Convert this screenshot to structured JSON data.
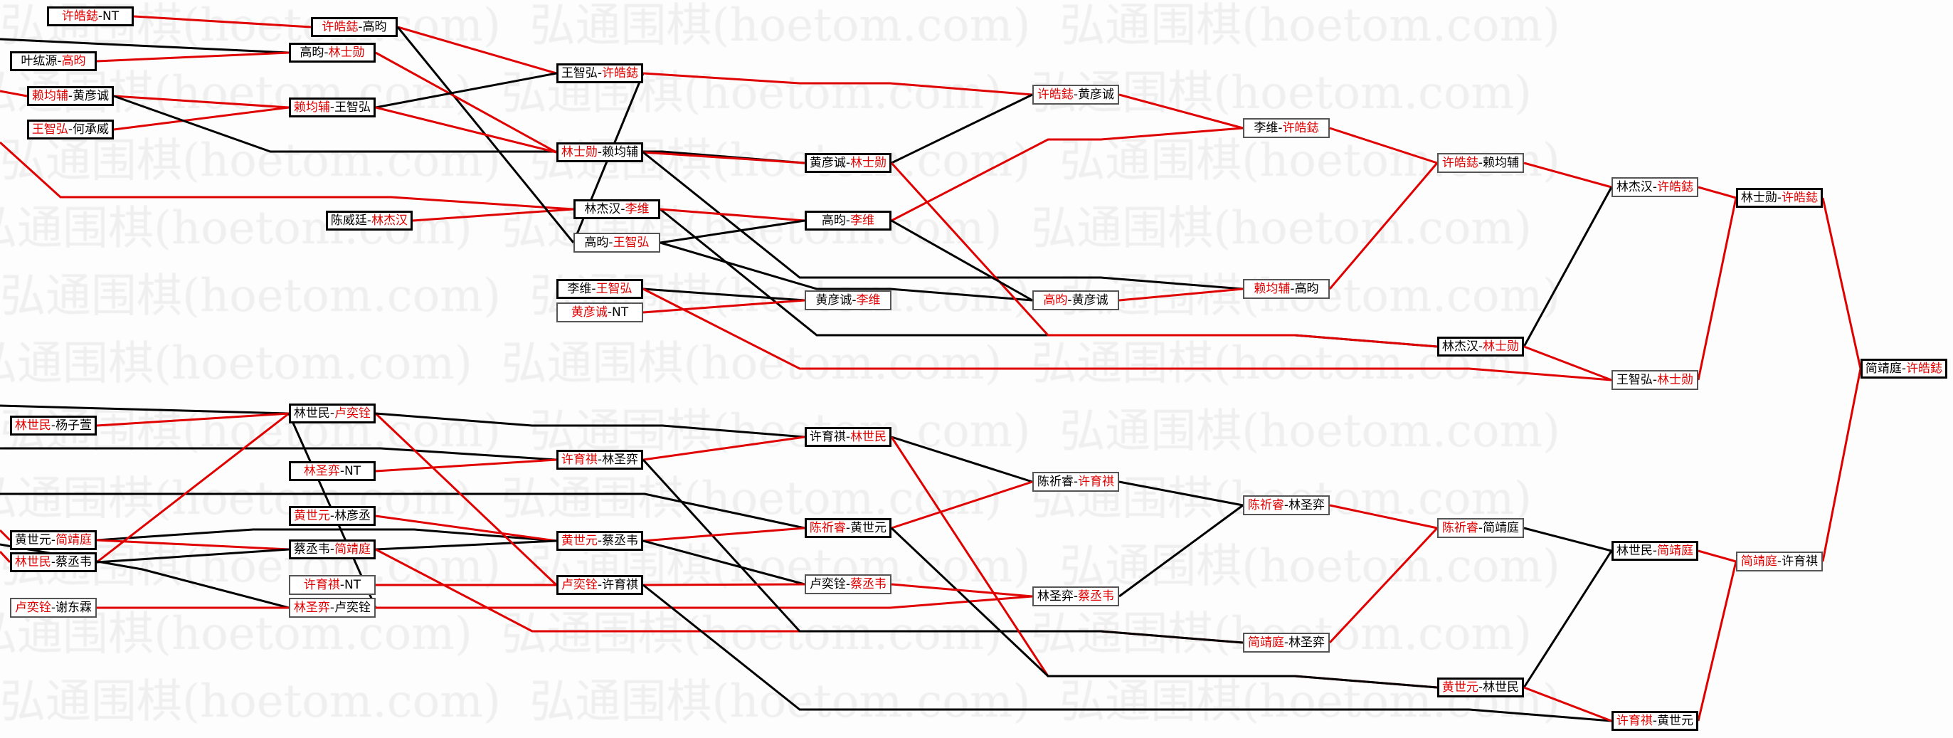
{
  "watermark": "弘通围棋(hoetom.com)",
  "separator": "-",
  "colors": {
    "red": "#e00000",
    "black": "#000000"
  },
  "boxes": {
    "t_a1": {
      "p1": "许皓鋕",
      "p2": "NT",
      "red": "p1"
    },
    "t_a2": {
      "p1": "叶纮源",
      "p2": "高昀",
      "red": "p2"
    },
    "t_a3": {
      "p1": "赖均辅",
      "p2": "黄彦诚",
      "red": "p1"
    },
    "t_a4": {
      "p1": "王智弘",
      "p2": "何承威",
      "red": "p1"
    },
    "t_a5": {
      "p1": "陈威廷",
      "p2": "林杰汉",
      "red": "p2"
    },
    "t_b1": {
      "p1": "许皓鋕",
      "p2": "高昀",
      "red": "p1"
    },
    "t_b2": {
      "p1": "高昀",
      "p2": "林士勋",
      "red": "p2"
    },
    "t_b3": {
      "p1": "赖均辅",
      "p2": "王智弘",
      "red": "p1"
    },
    "t_c1": {
      "p1": "王智弘",
      "p2": "许皓鋕",
      "red": "p2"
    },
    "t_c2": {
      "p1": "林士勋",
      "p2": "赖均辅",
      "red": "p1"
    },
    "t_c3": {
      "p1": "林杰汉",
      "p2": "李维",
      "red": "p2"
    },
    "t_c4": {
      "p1": "高昀",
      "p2": "王智弘",
      "red": "p2"
    },
    "t_c5": {
      "p1": "李维",
      "p2": "王智弘",
      "red": "p2"
    },
    "t_c6": {
      "p1": "黄彦诚",
      "p2": "NT",
      "red": "p1"
    },
    "t_d1": {
      "p1": "黄彦诚",
      "p2": "林士勋",
      "red": "p2"
    },
    "t_d2": {
      "p1": "高昀",
      "p2": "李维",
      "red": "p2"
    },
    "t_d3": {
      "p1": "黄彦诚",
      "p2": "李维",
      "red": "p2"
    },
    "t_e1": {
      "p1": "许皓鋕",
      "p2": "黄彦诚",
      "red": "p1"
    },
    "t_e2": {
      "p1": "高昀",
      "p2": "黄彦诚",
      "red": "p1"
    },
    "t_f1": {
      "p1": "李维",
      "p2": "许皓鋕",
      "red": "p2"
    },
    "t_f2": {
      "p1": "赖均辅",
      "p2": "高昀",
      "red": "p1"
    },
    "t_g1": {
      "p1": "许皓鋕",
      "p2": "赖均辅",
      "red": "p1"
    },
    "t_g2": {
      "p1": "林杰汉",
      "p2": "林士勋",
      "red": "p2"
    },
    "t_h1": {
      "p1": "林杰汉",
      "p2": "许皓鋕",
      "red": "p2"
    },
    "t_h2": {
      "p1": "王智弘",
      "p2": "林士勋",
      "red": "p2"
    },
    "t_i1": {
      "p1": "林士勋",
      "p2": "许皓鋕",
      "red": "p2"
    },
    "t_i2": {
      "p1": "简靖庭",
      "p2": "许育祺",
      "red": "p1"
    },
    "final": {
      "p1": "简靖庭",
      "p2": "许皓鋕",
      "red": "p2"
    },
    "b_a1": {
      "p1": "林世民",
      "p2": "杨子萱",
      "red": "p1"
    },
    "b_a2": {
      "p1": "黄世元",
      "p2": "简靖庭",
      "red": "p2"
    },
    "b_a3": {
      "p1": "林世民",
      "p2": "蔡丞韦",
      "red": "p1"
    },
    "b_a4": {
      "p1": "卢奕铨",
      "p2": "谢东霖",
      "red": "p1"
    },
    "b_b1": {
      "p1": "林世民",
      "p2": "卢奕铨",
      "red": "p2"
    },
    "b_b2": {
      "p1": "林圣弈",
      "p2": "NT",
      "red": "p1"
    },
    "b_b3": {
      "p1": "黄世元",
      "p2": "林彦丞",
      "red": "p1"
    },
    "b_b4": {
      "p1": "蔡丞韦",
      "p2": "简靖庭",
      "red": "p2"
    },
    "b_b5": {
      "p1": "许育祺",
      "p2": "NT",
      "red": "p1"
    },
    "b_b6": {
      "p1": "林圣弈",
      "p2": "卢奕铨",
      "red": "p1"
    },
    "b_c1": {
      "p1": "许育祺",
      "p2": "林圣弈",
      "red": "p1"
    },
    "b_c2": {
      "p1": "黄世元",
      "p2": "蔡丞韦",
      "red": "p1"
    },
    "b_c3": {
      "p1": "卢奕铨",
      "p2": "许育祺",
      "red": "p1"
    },
    "b_d1": {
      "p1": "许育祺",
      "p2": "林世民",
      "red": "p2"
    },
    "b_d2": {
      "p1": "陈祈睿",
      "p2": "黄世元",
      "red": "p1"
    },
    "b_d3": {
      "p1": "卢奕铨",
      "p2": "蔡丞韦",
      "red": "p2"
    },
    "b_e1": {
      "p1": "陈祈睿",
      "p2": "许育祺",
      "red": "p2"
    },
    "b_e2": {
      "p1": "林圣弈",
      "p2": "蔡丞韦",
      "red": "p2"
    },
    "b_f1": {
      "p1": "陈祈睿",
      "p2": "林圣弈",
      "red": "p1"
    },
    "b_f2": {
      "p1": "简靖庭",
      "p2": "林圣弈",
      "red": "p1"
    },
    "b_g1": {
      "p1": "陈祈睿",
      "p2": "简靖庭",
      "red": "p1"
    },
    "b_g2": {
      "p1": "黄世元",
      "p2": "林世民",
      "red": "p1"
    },
    "b_h1": {
      "p1": "林世民",
      "p2": "简靖庭",
      "red": "p2"
    },
    "b_h2": {
      "p1": "许育祺",
      "p2": "黄世元",
      "red": "p1"
    }
  },
  "edges": [
    [
      "t_a1",
      "t_b1",
      "red"
    ],
    [
      "in1",
      "t_b2",
      "black"
    ],
    [
      "t_a2",
      "t_b2",
      "red"
    ],
    [
      "in2",
      "t_a3",
      "red"
    ],
    [
      "t_a3",
      "t_b3",
      "red"
    ],
    [
      "t_a4",
      "t_b3",
      "red"
    ],
    [
      "t_a3",
      "t_d1",
      "black"
    ],
    [
      "in3",
      "t_c3",
      "red"
    ],
    [
      "t_a5",
      "t_c3",
      "red"
    ],
    [
      "t_b1",
      "t_c1",
      "red"
    ],
    [
      "t_b1",
      "t_c4",
      "black"
    ],
    [
      "t_b2",
      "t_c2",
      "red"
    ],
    [
      "t_b3",
      "t_c1",
      "black"
    ],
    [
      "t_b3",
      "t_c2",
      "red"
    ],
    [
      "t_c4",
      "t_c1",
      "black"
    ],
    [
      "t_c1",
      "t_e1",
      "red"
    ],
    [
      "t_c2",
      "t_d1",
      "red"
    ],
    [
      "t_c2",
      "t_f2",
      "black"
    ],
    [
      "t_c3",
      "t_g2",
      "black"
    ],
    [
      "t_c3",
      "t_d2",
      "red"
    ],
    [
      "t_c4",
      "t_d2",
      "black"
    ],
    [
      "t_c4",
      "t_e2",
      "black"
    ],
    [
      "t_d1",
      "t_e1",
      "black"
    ],
    [
      "t_d1",
      "t_g2",
      "red"
    ],
    [
      "t_d2",
      "t_f1",
      "red"
    ],
    [
      "t_d2",
      "t_e2",
      "black"
    ],
    [
      "t_c5",
      "t_d3",
      "black"
    ],
    [
      "t_c5",
      "t_h2",
      "red"
    ],
    [
      "t_c6",
      "t_d3",
      "red"
    ],
    [
      "t_e1",
      "t_f1",
      "red"
    ],
    [
      "t_e2",
      "t_f2",
      "red"
    ],
    [
      "t_f1",
      "t_g1",
      "red"
    ],
    [
      "t_f2",
      "t_g1",
      "red"
    ],
    [
      "t_g1",
      "t_h1",
      "red"
    ],
    [
      "t_g2",
      "t_h1",
      "black"
    ],
    [
      "t_g2",
      "t_h2",
      "red"
    ],
    [
      "t_h1",
      "t_i1",
      "red"
    ],
    [
      "t_h2",
      "t_i1",
      "red"
    ],
    [
      "t_i1",
      "final",
      "red"
    ],
    [
      "t_i2",
      "final",
      "red"
    ],
    [
      "in4",
      "b_b1",
      "black"
    ],
    [
      "b_a1",
      "b_b1",
      "red"
    ],
    [
      "in5",
      "b_c1",
      "black"
    ],
    [
      "b_b2",
      "b_c1",
      "red"
    ],
    [
      "in6",
      "b_d2",
      "black"
    ],
    [
      "in7",
      "b_a2",
      "red"
    ],
    [
      "in8",
      "b_a3",
      "red"
    ],
    [
      "b_a2",
      "b_c2",
      "black"
    ],
    [
      "b_a2",
      "b_b4",
      "red"
    ],
    [
      "b_a3",
      "b_b1",
      "red"
    ],
    [
      "b_a3",
      "b_b4",
      "black"
    ],
    [
      "in9",
      "b_b6",
      "black"
    ],
    [
      "b_b3",
      "b_c2",
      "red"
    ],
    [
      "b_b4",
      "b_c2",
      "black"
    ],
    [
      "b_b4",
      "b_f2",
      "red"
    ],
    [
      "b_b1",
      "b_c3",
      "red"
    ],
    [
      "b_b1",
      "b_d1",
      "black"
    ],
    [
      "b_b6",
      "b_b1",
      "black"
    ],
    [
      "b_b5",
      "b_c3",
      "red"
    ],
    [
      "b_a4",
      "b_b6",
      "red"
    ],
    [
      "b_b6",
      "b_e2",
      "red"
    ],
    [
      "b_c1",
      "b_d1",
      "red"
    ],
    [
      "b_c1",
      "b_f2",
      "black"
    ],
    [
      "b_c2",
      "b_d2",
      "red"
    ],
    [
      "b_c2",
      "b_d3",
      "black"
    ],
    [
      "b_c3",
      "b_d3",
      "red"
    ],
    [
      "b_c3",
      "b_h2",
      "black"
    ],
    [
      "b_d1",
      "b_e1",
      "black"
    ],
    [
      "b_d1",
      "b_g2",
      "red"
    ],
    [
      "b_d2",
      "b_e1",
      "red"
    ],
    [
      "b_d2",
      "b_g2",
      "black"
    ],
    [
      "b_d3",
      "b_e2",
      "red"
    ],
    [
      "b_e1",
      "b_f1",
      "black"
    ],
    [
      "b_e2",
      "b_f1",
      "black"
    ],
    [
      "b_f1",
      "b_g1",
      "red"
    ],
    [
      "b_f2",
      "b_g1",
      "red"
    ],
    [
      "b_g1",
      "b_h1",
      "black"
    ],
    [
      "b_g2",
      "b_h1",
      "black"
    ],
    [
      "b_g2",
      "b_h2",
      "red"
    ],
    [
      "b_h1",
      "t_i2",
      "red"
    ],
    [
      "b_h2",
      "t_i2",
      "red"
    ]
  ]
}
